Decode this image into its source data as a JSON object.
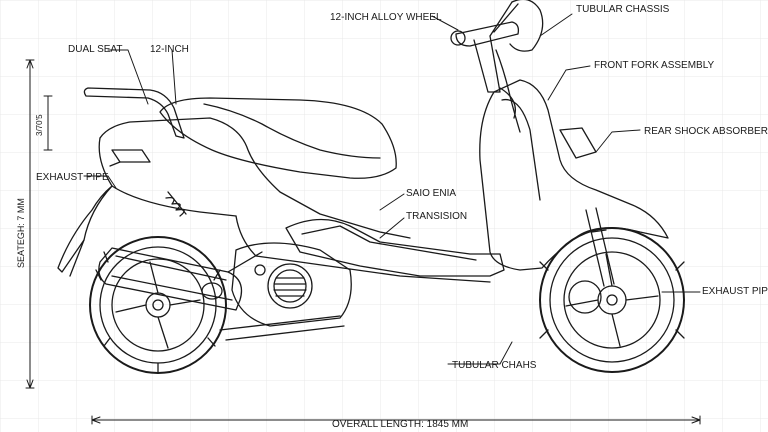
{
  "labels": {
    "alloy_wheel": "12-INCH ALLOY WHEEL",
    "tubular_chassis_top": "TUBULAR CHASSIS",
    "dual_seat": "DUAL SEAT",
    "twelve_inch": "12-INCH",
    "front_fork": "FRONT FORK ASSEMBLY",
    "rear_shock": "REAR SHOCK ABSORBER",
    "exhaust_left": "EXHAUST PIPE",
    "seat_enia": "SAIO ENIA",
    "transision": "TRANSISION",
    "exhaust_right": "EXHAUST PIPE",
    "tubular_chahs": "TUBULAR CHAHS",
    "overall_length": "OVERALL LENGTH: 1845 MM",
    "seat_height": "SEATEGH: 7 MM",
    "small_dim": "3/70'5"
  },
  "colors": {
    "line": "#1a1a1a",
    "grid": "#e6e6e6",
    "background": "#ffffff"
  }
}
